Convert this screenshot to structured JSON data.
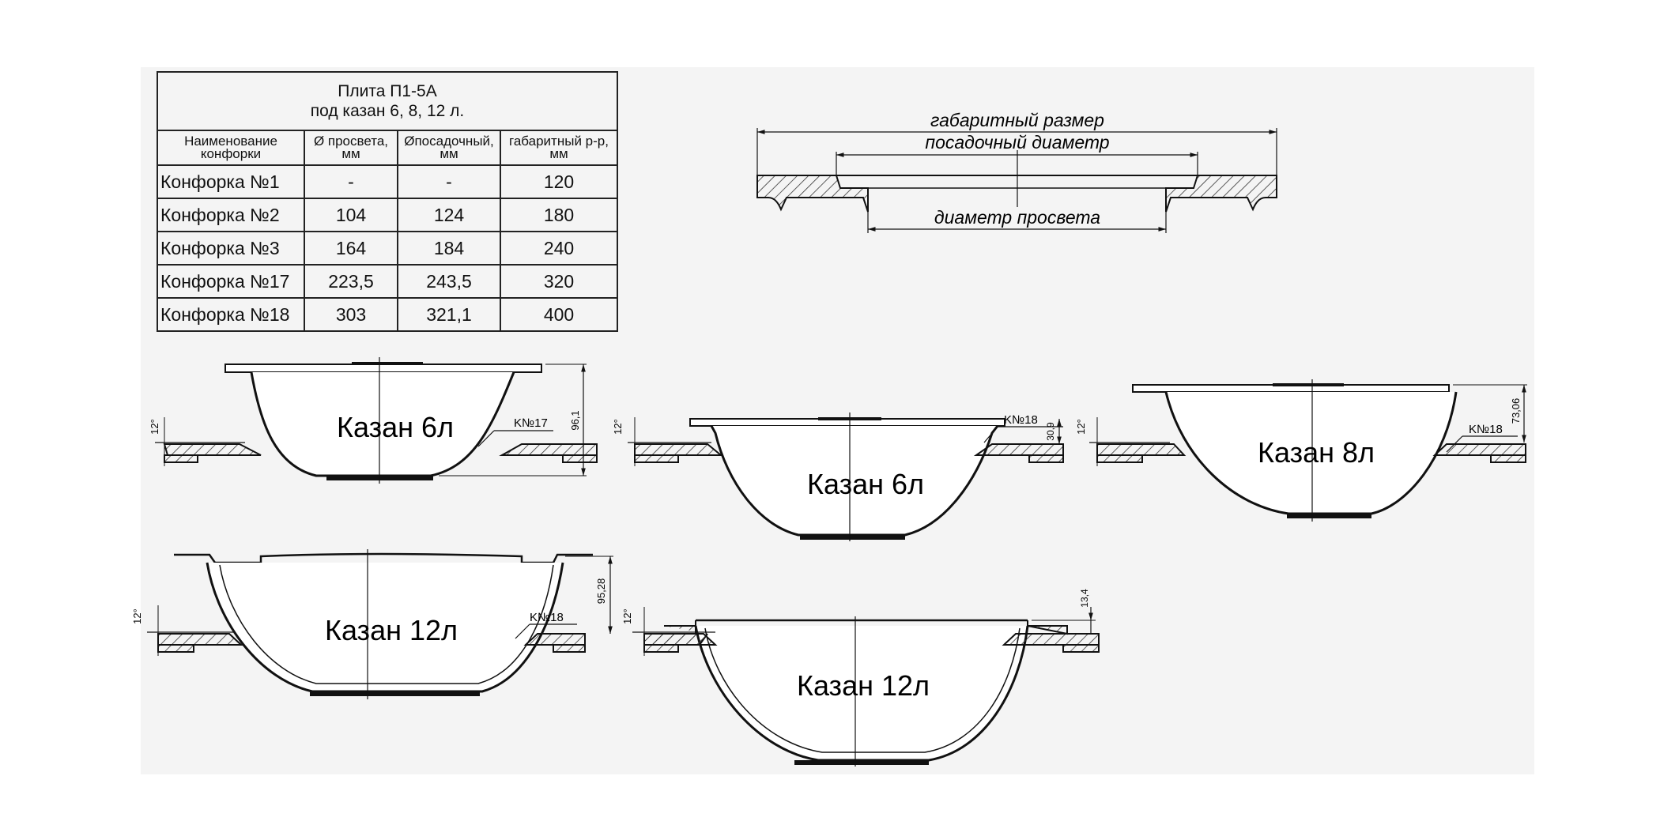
{
  "table": {
    "title_line1": "Плита П1-5А",
    "title_line2": "под казан 6, 8, 12 л.",
    "headers": [
      "Наименование конфорки",
      "Ø просвета, мм",
      "Øпосадочный, мм",
      "габаритный р-р, мм"
    ],
    "rows": [
      [
        "Конфорка №1",
        "-",
        "-",
        "120"
      ],
      [
        "Конфорка №2",
        "104",
        "124",
        "180"
      ],
      [
        "Конфорка №3",
        "164",
        "184",
        "240"
      ],
      [
        "Конфорка №17",
        "223,5",
        "243,5",
        "320"
      ],
      [
        "Конфорка №18",
        "303",
        "321,1",
        "400"
      ]
    ]
  },
  "ring_diagram": {
    "overall_label": "габаритный размер",
    "seat_label": "посадочный диаметр",
    "opening_label": "диаметр просвета"
  },
  "kazans": [
    {
      "label": "Казан 6л",
      "ring": "K№17",
      "height": "96,1",
      "angle": "12°"
    },
    {
      "label": "Казан 6л",
      "ring": "K№18",
      "height": "30,9",
      "angle": "12°"
    },
    {
      "label": "Казан 8л",
      "ring": "K№18",
      "height": "73,06",
      "angle": "12°"
    },
    {
      "label": "Казан 12л",
      "ring": "K№18",
      "height": "95,28",
      "angle": "12°"
    },
    {
      "label": "Казан 12л",
      "ring": "",
      "height": "13,4",
      "angle": "12°"
    }
  ],
  "colors": {
    "line": "#1a1a1a",
    "hatch": "#333333",
    "sheet": "#f4f4f4"
  }
}
